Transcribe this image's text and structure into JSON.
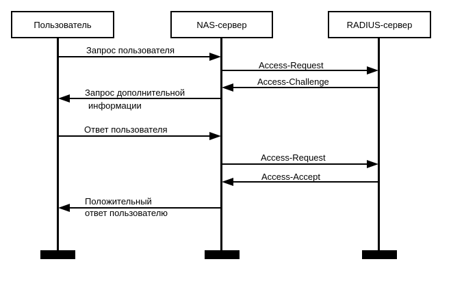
{
  "actors": [
    {
      "label": "Пользователь"
    },
    {
      "label": "NAS-сервер"
    },
    {
      "label": "RADIUS-сервер"
    }
  ],
  "messages": [
    {
      "from": 0,
      "to": 1,
      "lines": [
        "Запрос пользователя"
      ]
    },
    {
      "from": 1,
      "to": 2,
      "lines": [
        "Access-Request"
      ]
    },
    {
      "from": 2,
      "to": 1,
      "lines": [
        "Access-Challenge"
      ]
    },
    {
      "from": 1,
      "to": 0,
      "lines": [
        "Запрос дополнительной",
        "информации"
      ]
    },
    {
      "from": 0,
      "to": 1,
      "lines": [
        "Ответ пользователя"
      ]
    },
    {
      "from": 1,
      "to": 2,
      "lines": [
        "Access-Request"
      ]
    },
    {
      "from": 2,
      "to": 1,
      "lines": [
        "Access-Accept"
      ]
    },
    {
      "from": 1,
      "to": 0,
      "lines": [
        "Положительный",
        "ответ пользователю"
      ]
    }
  ]
}
